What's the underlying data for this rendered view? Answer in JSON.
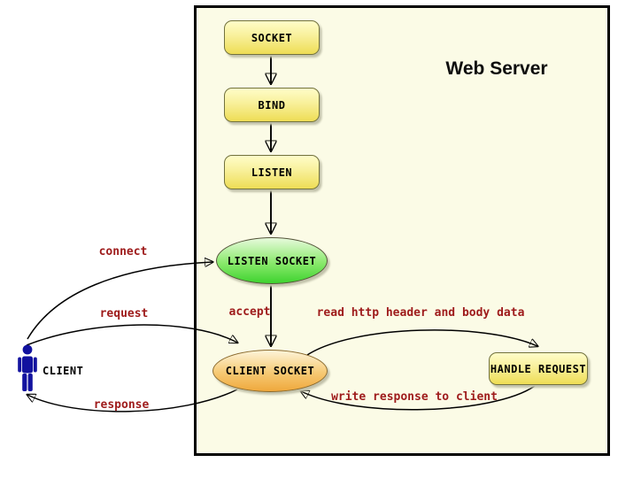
{
  "diagram": {
    "title": "Web Server",
    "nodes": {
      "socket": "SOCKET",
      "bind": "BIND",
      "listen": "LISTEN",
      "listen_socket": "LISTEN SOCKET",
      "client_socket": "CLIENT SOCKET",
      "handle_request": "HANDLE REQUEST"
    },
    "actor": {
      "label": "CLIENT"
    },
    "edges": {
      "connect": "connect",
      "request": "request",
      "response": "response",
      "accept": "accept",
      "read_http": "read http header and body data",
      "write_response": "write response to client"
    },
    "colors": {
      "server_box_fill": "#fbfbe6",
      "server_box_border": "#000000",
      "process_box_top": "#fffdc9",
      "process_box_bottom": "#eedd55",
      "listen_socket_top": "#e7fadc",
      "listen_socket_bottom": "#3ed32f",
      "client_socket_top": "#fdf4d9",
      "client_socket_bottom": "#efa83c",
      "edge_label_red": "#9e1b1b",
      "actor_blue": "#12129f",
      "arrow_black": "#000000"
    }
  }
}
